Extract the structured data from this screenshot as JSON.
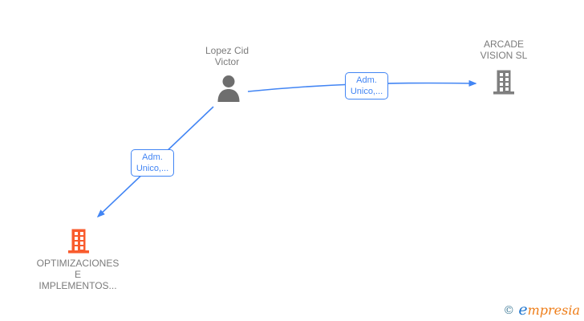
{
  "diagram": {
    "nodes": {
      "lopez": {
        "type": "person",
        "line1": "Lopez Cid",
        "line2": "Victor"
      },
      "arcade": {
        "type": "company",
        "line1": "ARCADE",
        "line2": "VISION SL"
      },
      "opti": {
        "type": "company",
        "line1": "OPTIMIZACIONES",
        "line2": "E",
        "line3": "IMPLEMENTOS..."
      }
    },
    "edges": {
      "lopez_arcade": {
        "from": "Lopez Cid Victor",
        "to": "ARCADE VISION SL",
        "line1": "Adm.",
        "line2": "Unico,..."
      },
      "lopez_opti": {
        "from": "Lopez Cid Victor",
        "to": "OPTIMIZACIONES E IMPLEMENTOS...",
        "line1": "Adm.",
        "line2": "Unico,..."
      }
    }
  },
  "colors": {
    "edge_blue": "#4285f4",
    "node_text_gray": "#7b7b7b",
    "person_icon_gray": "#6e6e6e",
    "company_icon_gray": "#7f7f7f",
    "company_icon_orange": "#f95b2d",
    "background": "#ffffff"
  },
  "watermark": {
    "copyright": "©",
    "brand_first_letter": "e",
    "brand_rest": "mpresia"
  }
}
